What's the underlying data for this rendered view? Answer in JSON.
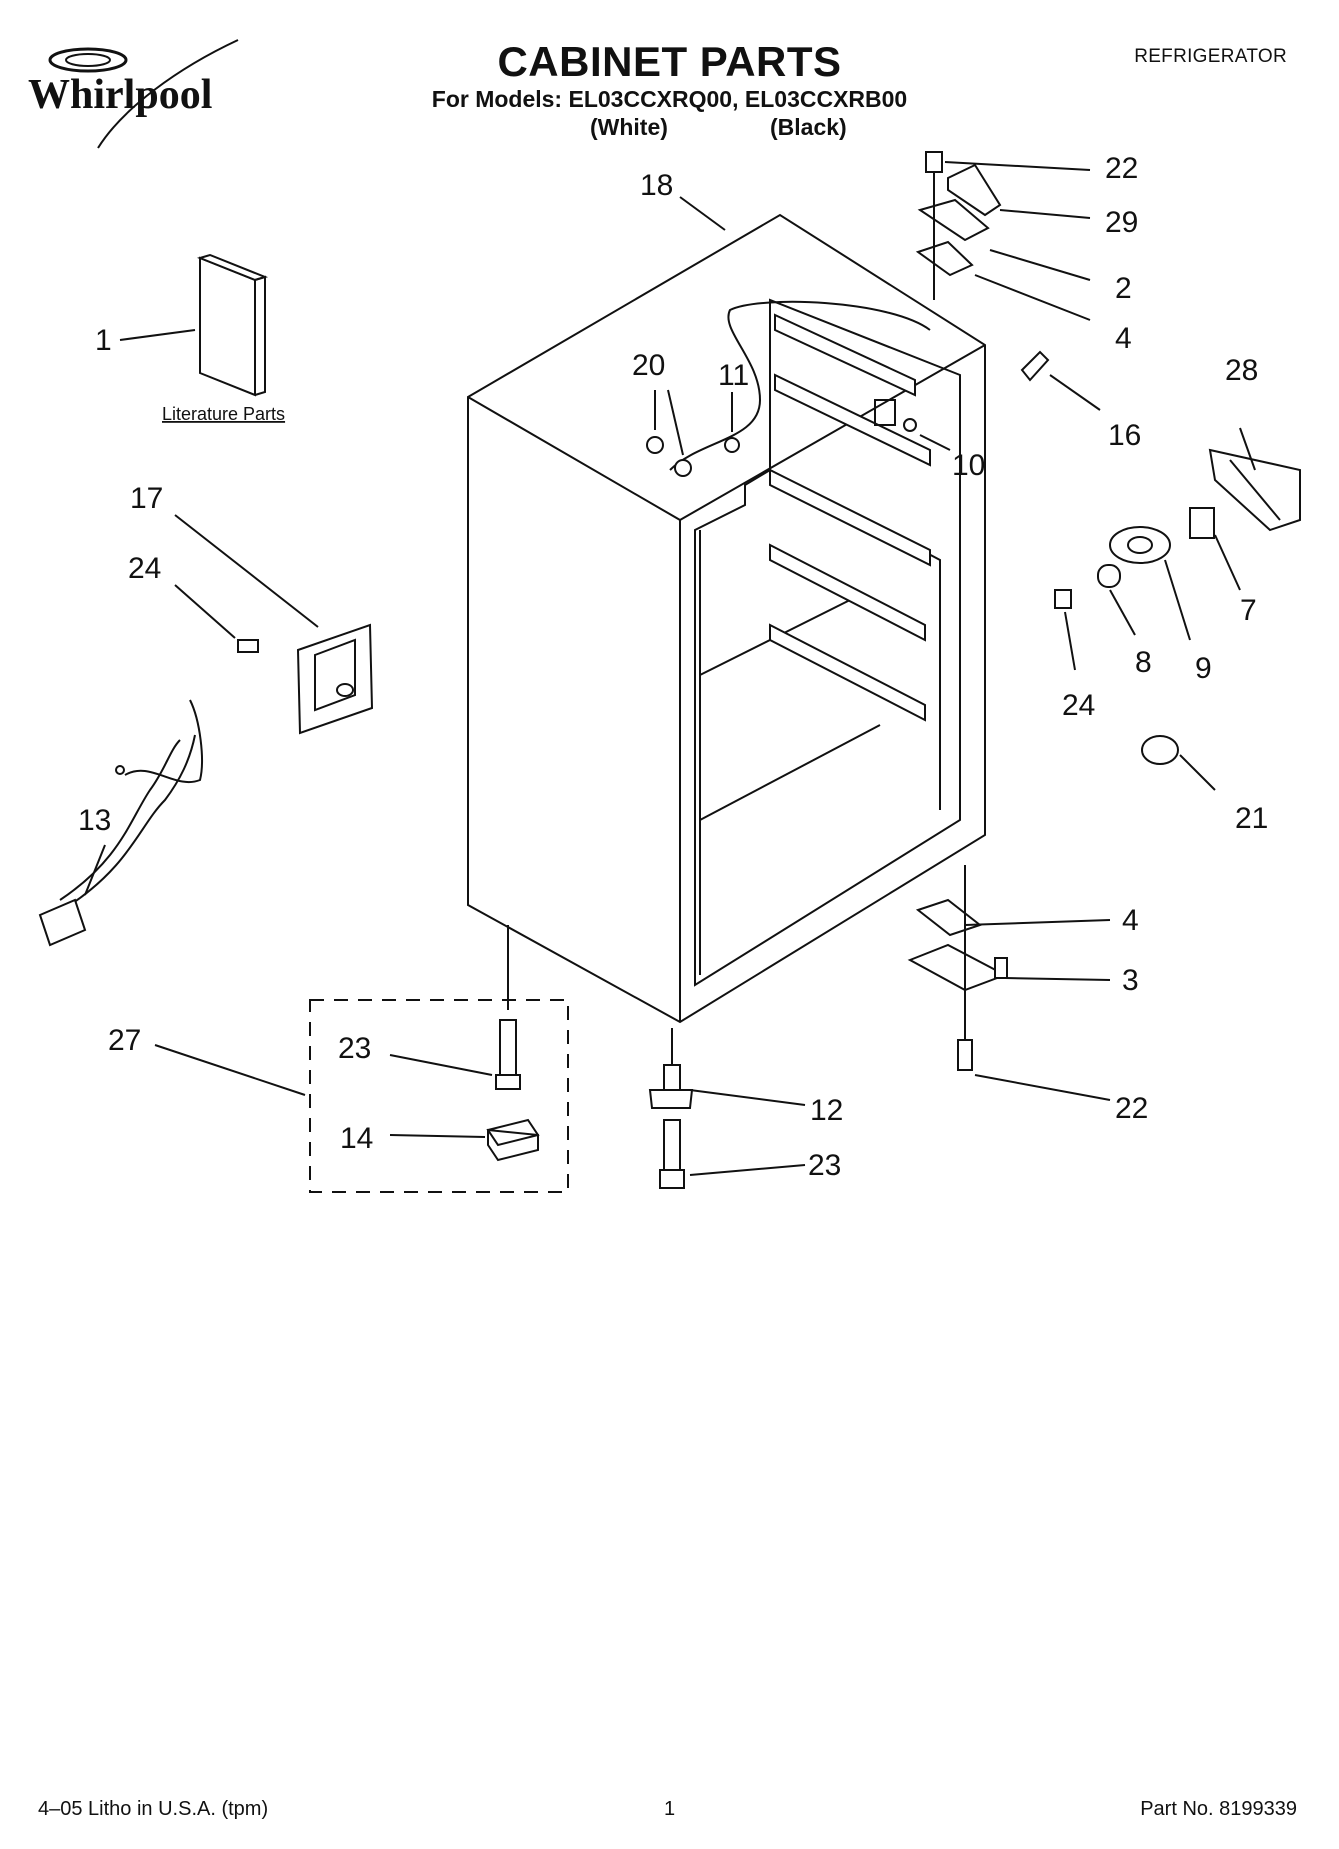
{
  "header": {
    "brand": "Whirlpool",
    "title": "CABINET PARTS",
    "models_line": "For Models: EL03CCXRQ00, EL03CCXRB00",
    "variant_white": "(White)",
    "variant_black": "(Black)",
    "category": "REFRIGERATOR"
  },
  "diagram": {
    "literature_label": "Literature Parts",
    "callouts": {
      "c1": "1",
      "c2": "2",
      "c3": "3",
      "c4a": "4",
      "c4b": "4",
      "c7": "7",
      "c8": "8",
      "c9": "9",
      "c10": "10",
      "c11": "11",
      "c12": "12",
      "c13": "13",
      "c14": "14",
      "c16": "16",
      "c17": "17",
      "c18": "18",
      "c20": "20",
      "c21": "21",
      "c22a": "22",
      "c22b": "22",
      "c23a": "23",
      "c23b": "23",
      "c24a": "24",
      "c24b": "24",
      "c27": "27",
      "c28": "28",
      "c29": "29"
    }
  },
  "footer": {
    "litho": "4–05 Litho in U.S.A. (tpm)",
    "page": "1",
    "part_no": "Part No. 8199339"
  }
}
